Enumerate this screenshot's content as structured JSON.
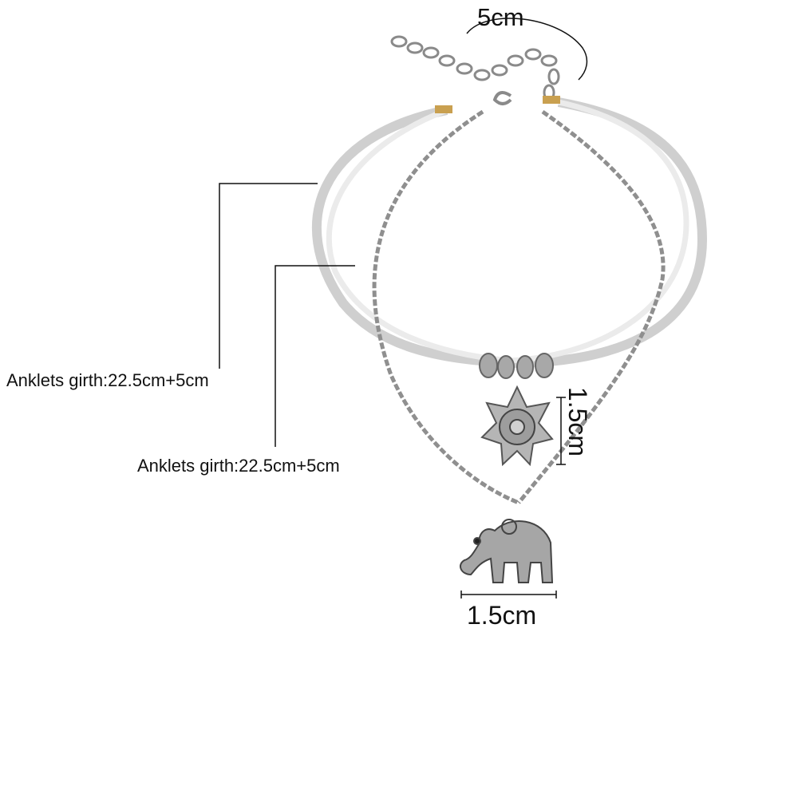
{
  "annotations": {
    "extender_length": "5cm",
    "cord_anklet_girth": "Anklets girth:22.5cm+5cm",
    "chain_anklet_girth": "Anklets girth:22.5cm+5cm",
    "sun_pendant_height": "1.5cm",
    "elephant_pendant_width": "1.5cm"
  },
  "colors": {
    "background": "#ffffff",
    "text": "#111111",
    "silver": "#9a9a9a",
    "cord": "#e8e8e8"
  }
}
